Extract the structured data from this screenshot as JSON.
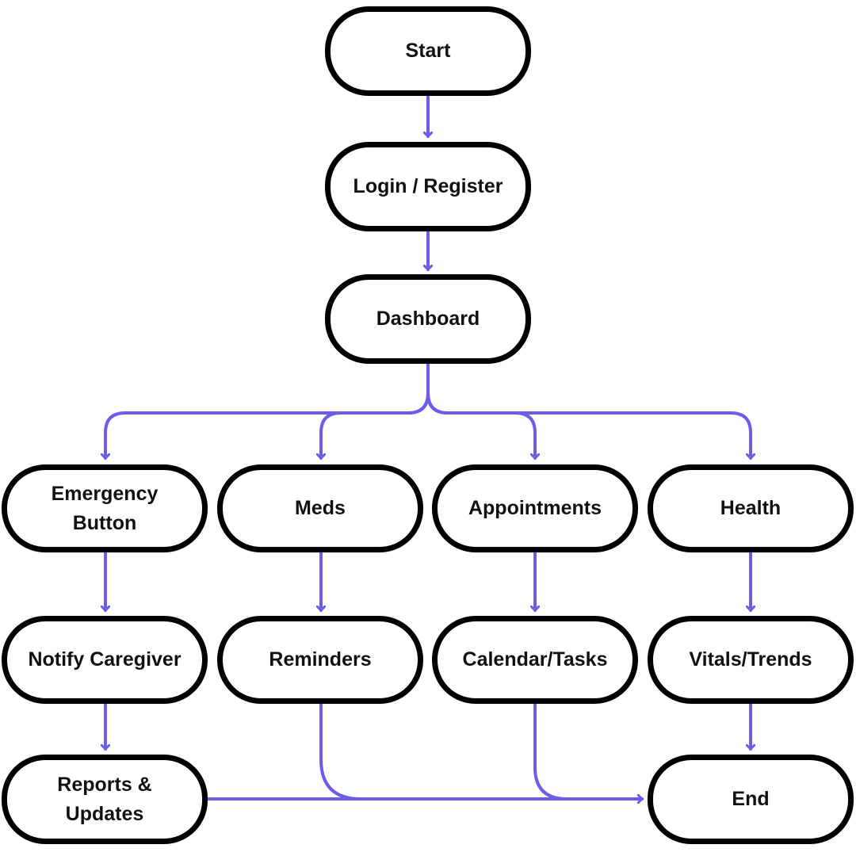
{
  "colors": {
    "connector": "#6c5ce7",
    "node_border": "#000000",
    "text": "#111111",
    "background": "#ffffff"
  },
  "nodes": {
    "start": "Start",
    "login": "Login / Register",
    "dashboard": "Dashboard",
    "emergency": "Emergency\nButton",
    "meds": "Meds",
    "appointments": "Appointments",
    "health": "Health",
    "notify": "Notify Caregiver",
    "reminders": "Reminders",
    "calendar": "Calendar/Tasks",
    "vitals": "Vitals/Trends",
    "reports": "Reports &\nUpdates",
    "end": "End"
  },
  "edges": [
    [
      "start",
      "login"
    ],
    [
      "login",
      "dashboard"
    ],
    [
      "dashboard",
      "emergency"
    ],
    [
      "dashboard",
      "meds"
    ],
    [
      "dashboard",
      "appointments"
    ],
    [
      "dashboard",
      "health"
    ],
    [
      "emergency",
      "notify"
    ],
    [
      "meds",
      "reminders"
    ],
    [
      "appointments",
      "calendar"
    ],
    [
      "health",
      "vitals"
    ],
    [
      "notify",
      "reports"
    ],
    [
      "vitals",
      "end"
    ],
    [
      "reports",
      "end"
    ],
    [
      "reminders",
      "end"
    ],
    [
      "calendar",
      "end"
    ]
  ]
}
